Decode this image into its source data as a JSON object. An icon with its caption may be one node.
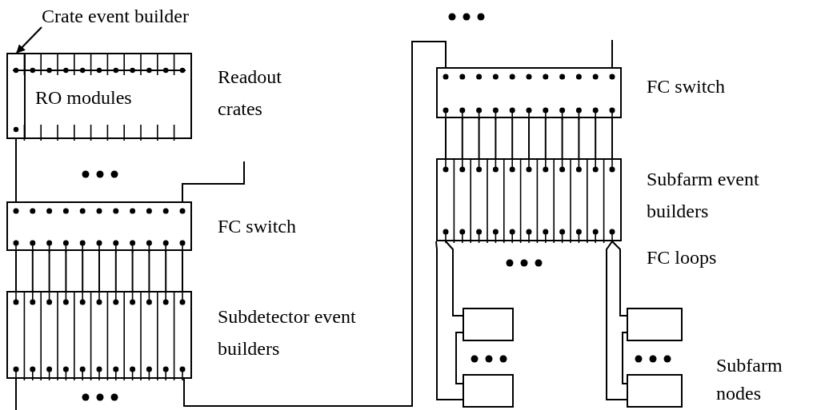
{
  "diagram": {
    "nodes": [
      {
        "text": [
          "Crate event builder"
        ]
      },
      {
        "text": [
          "RO modules"
        ],
        "beside": [
          "Readout crates"
        ]
      },
      {
        "text": [],
        "shape": "box",
        "in": 1
      },
      {
        "text": [],
        "shape": "box",
        "beside": [
          "FC switch"
        ]
      },
      {
        "text": [],
        "shape": "box",
        "beside": [
          "Subdetector event builders"
        ]
      },
      {
        "text": [],
        "shape": "box",
        "beside": [
          "FC switch"
        ]
      },
      {
        "text": [],
        "shape": "box",
        "beside": [
          "Subfarm event builders"
        ]
      },
      {
        "text": [],
        "shape": "box"
      },
      {
        "text": [],
        "shape": "box"
      },
      {
        "text": [],
        "shape": "box"
      },
      {
        "text": [],
        "shape": "box"
      }
    ],
    "edges": [
      {
        "from": 0,
        "to": 2,
        "arrow": "to"
      },
      {
        "from": 2,
        "to": 3,
        "arrow": "none"
      },
      {
        "from": null,
        "to": 3,
        "arrow": "none"
      },
      {
        "from": 3,
        "to": 4,
        "arrow": "none"
      },
      {
        "from": 3,
        "to": 4,
        "arrow": "none"
      },
      {
        "from": 3,
        "to": 4,
        "arrow": "none"
      },
      {
        "from": 3,
        "to": 4,
        "arrow": "none"
      },
      {
        "from": 3,
        "to": 4,
        "arrow": "none"
      },
      {
        "from": 3,
        "to": 4,
        "arrow": "none"
      },
      {
        "from": 3,
        "to": 4,
        "arrow": "none"
      },
      {
        "from": 3,
        "to": 4,
        "arrow": "none"
      },
      {
        "from": 3,
        "to": 4,
        "arrow": "none"
      },
      {
        "from": 3,
        "to": 4,
        "arrow": "none"
      },
      {
        "from": 3,
        "to": 4,
        "arrow": "none"
      },
      {
        "from": 4,
        "to": null,
        "arrow": "none"
      },
      {
        "from": 4,
        "to": 5,
        "arrow": "none"
      },
      {
        "from": 5,
        "to": null,
        "arrow": "none"
      },
      {
        "from": 5,
        "to": 6,
        "arrow": "none"
      },
      {
        "from": 5,
        "to": 6,
        "arrow": "none"
      },
      {
        "from": 5,
        "to": 6,
        "arrow": "none"
      },
      {
        "from": 5,
        "to": 6,
        "arrow": "none"
      },
      {
        "from": 5,
        "to": 6,
        "arrow": "none"
      },
      {
        "from": 5,
        "to": 6,
        "arrow": "none"
      },
      {
        "from": 5,
        "to": 6,
        "arrow": "none"
      },
      {
        "from": 5,
        "to": 6,
        "arrow": "none"
      },
      {
        "from": 5,
        "to": 6,
        "arrow": "none"
      },
      {
        "from": 5,
        "to": 6,
        "arrow": "none"
      },
      {
        "from": 5,
        "to": 6,
        "arrow": "none"
      },
      {
        "from": 6,
        "to": 7,
        "arrow": "none"
      },
      {
        "from": 7,
        "to": 8,
        "arrow": "none"
      },
      {
        "from": 8,
        "to": 6,
        "arrow": "none"
      },
      {
        "from": 6,
        "to": 9,
        "arrow": "none"
      },
      {
        "from": 9,
        "to": 10,
        "arrow": "none"
      },
      {
        "from": 10,
        "to": 6,
        "arrow": "none"
      }
    ],
    "labels": [
      "FC loops",
      "Subfarm nodes"
    ]
  }
}
